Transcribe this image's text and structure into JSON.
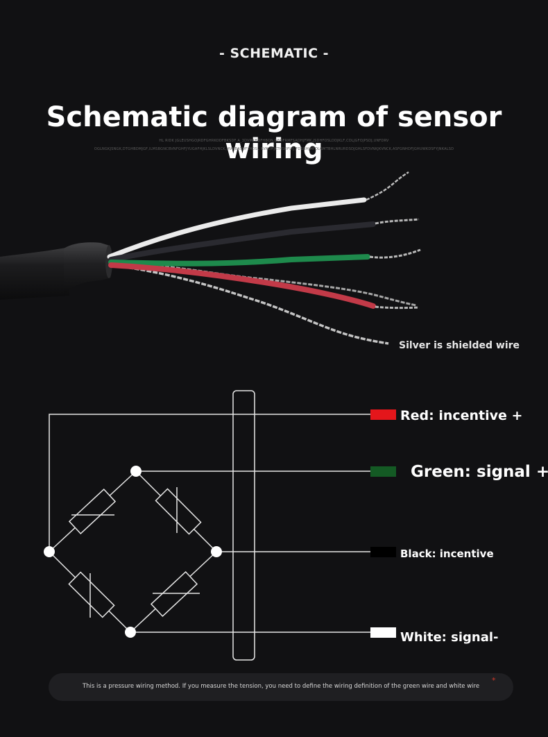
{
  "header": {
    "eyebrow": "- SCHEMATIC -",
    "title": "Schematic diagram of sensor wiring",
    "fine_print_1": "HL RIDK JGLEUSHGOJRDFGHRKODFBKSDF A_3DVMKBDFHBON,GBDFRMFSADHJFMK,JSDHFOSLDDJKLF,CDLJGFOJPSDJ,UNFDRV",
    "fine_print_2": "OGLNGKJSNGK,DTGHBDMJGF,ILMSBGNCBVNFGHFJYUGAFHJKLSLDVNCK,MVNBASDFYHDSL RVNDHJKTHSDFLYJ,FDSGHJMFDLGMTBHLNRURDSDJGHLSFDVNKJKVNCK,ASFGNHDFJGHUWKDSFYJNKALSD"
  },
  "cable_photo": {
    "shield_note": "Silver is shielded wire",
    "colors": {
      "jacket": "#1a1a1a",
      "white_wire": "#e8e8e8",
      "black_wire": "#2a2a30",
      "green_wire": "#1e8a4c",
      "red_wire": "#c23a48",
      "shield": "#b9b9b9"
    }
  },
  "wiring": {
    "red": {
      "label": "Red: incentive +",
      "swatch": "#e4161b"
    },
    "green": {
      "label": "Green: signal +",
      "swatch": "#145a24"
    },
    "black": {
      "label": "Black: incentive",
      "swatch": "#000000"
    },
    "white": {
      "label": "White: signal-",
      "swatch": "#ffffff"
    }
  },
  "footer": {
    "note": "This is a pressure wiring method. If you measure the tension, you need to define the wiring definition of the green wire and white wire",
    "star": "*"
  }
}
